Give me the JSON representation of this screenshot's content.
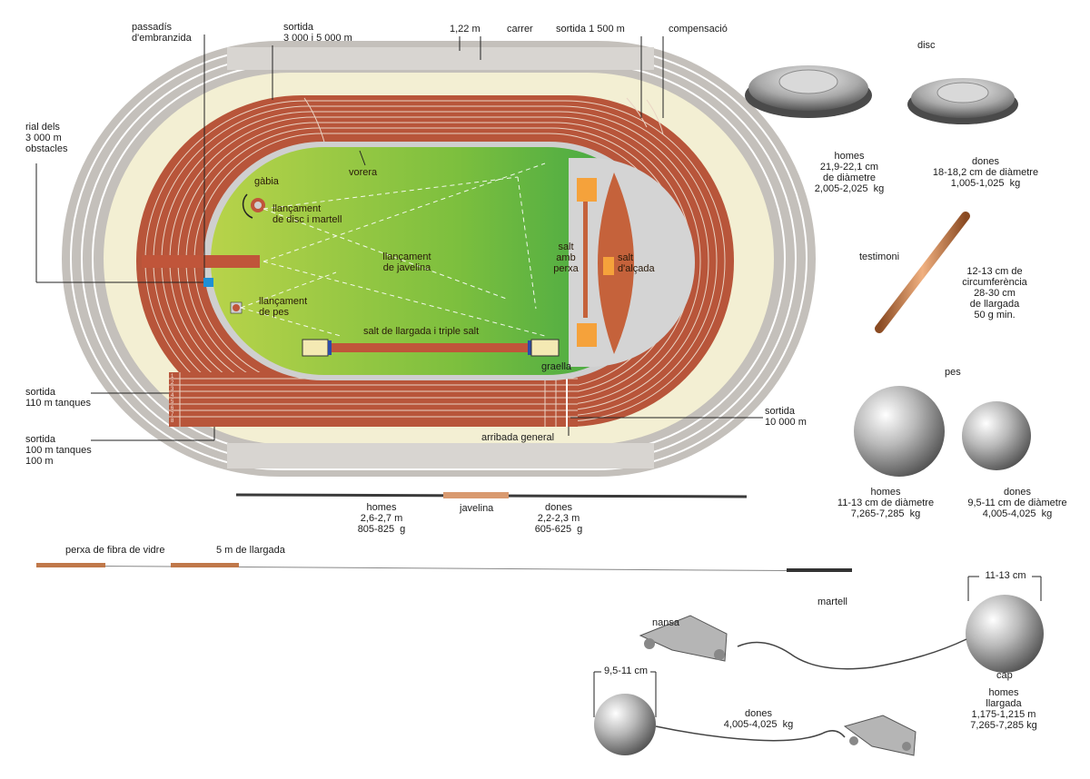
{
  "track": {
    "passadis": "passadís\nd'embranzida",
    "sortida_3000": "sortida\n3 000 i 5 000 m",
    "width_122": "1,22 m",
    "carrer": "carrer",
    "sortida_1500": "sortida 1 500 m",
    "compensacio": "compensació",
    "rial": "rial dels\n3 000 m\nobstacles",
    "vorera": "vorera",
    "gabia": "gàbia",
    "disc_martell": "llançament\nde disc i martell",
    "javelina_throw": "llançament\nde javelina",
    "pes_throw": "llançament\nde pes",
    "salt_perxa": "salt\namb\nperxa",
    "salt_alcada": "salt\nd'alçada",
    "salt_llargada": "salt de llargada i triple salt",
    "graella": "graella",
    "sortida_110": "sortida\n110 m tanques",
    "sortida_100": "sortida\n100 m tanques\n100 m",
    "sortida_10000": "sortida\n10 000 m",
    "arribada": "arribada general",
    "lane_numbers": [
      "1",
      "2",
      "3",
      "4",
      "5",
      "6",
      "7",
      "8"
    ]
  },
  "disc": {
    "title": "disc",
    "men": "homes\n21,9-22,1 cm\nde diàmetre\n2,005-2,025  kg",
    "women": "dones\n18-18,2 cm de diàmetre\n1,005-1,025  kg"
  },
  "testimoni": {
    "title": "testimoni",
    "spec": "12-13 cm de\ncircumferència\n28-30 cm\nde llargada\n50 g min."
  },
  "pes": {
    "title": "pes",
    "men": "homes\n11-13 cm de diàmetre\n7,265-7,285  kg",
    "women": "dones\n9,5-11 cm de diàmetre\n4,005-4,025  kg"
  },
  "javelina": {
    "title": "javelina",
    "men": "homes\n2,6-2,7 m\n805-825  g",
    "women": "dones\n2,2-2,3 m\n605-625  g"
  },
  "perxa": {
    "title": "perxa de fibra de vidre",
    "length": "5 m de llargada"
  },
  "martell": {
    "title": "martell",
    "nansa": "nansa",
    "cap": "cap",
    "head_men": "11-13 cm",
    "head_women": "9,5-11 cm",
    "women": "dones\n4,005-4,025  kg",
    "men": "homes\nllargada\n1,175-1,215 m\n7,265-7,285 kg"
  },
  "colors": {
    "track": "#b8553a",
    "field_left": "#a9cd42",
    "field_right": "#3aa647",
    "apron": "#f3efd3",
    "stands": "#c4c0bb",
    "copper": "#c0784a"
  }
}
